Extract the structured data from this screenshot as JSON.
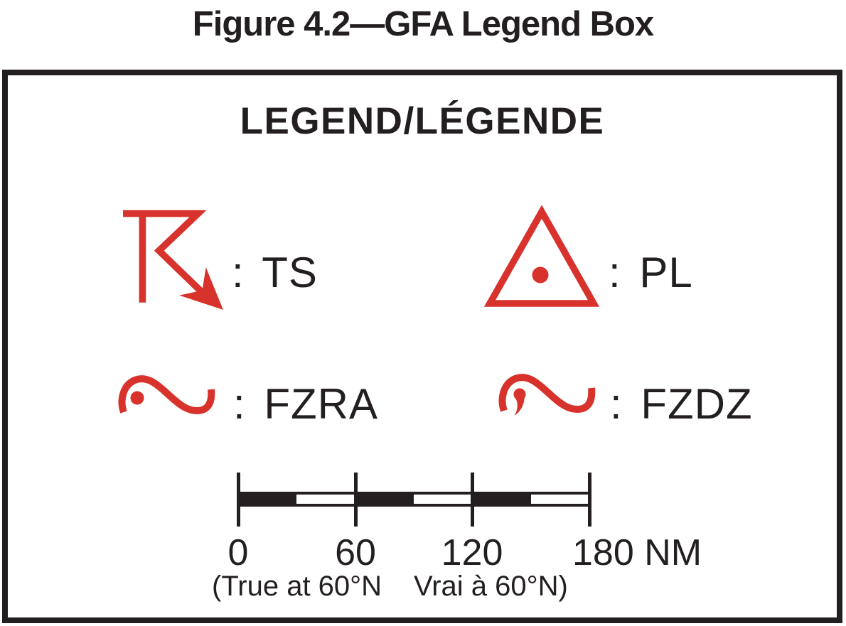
{
  "title": "Figure 4.2—GFA Legend Box",
  "colors": {
    "symbol_red": "#d7322b",
    "ink_black": "#231f20"
  },
  "legend_box": {
    "heading": "LEGEND/LÉGENDE",
    "entries": [
      {
        "id": "ts",
        "icon": "thunderstorm-ts-icon",
        "label": ": TS"
      },
      {
        "id": "pl",
        "icon": "ice-pellets-pl-icon",
        "label": ": PL"
      },
      {
        "id": "fzra",
        "icon": "freezing-rain-fzra-icon",
        "label": ": FZRA"
      },
      {
        "id": "fzdz",
        "icon": "freezing-drizzle-fzdz-icon",
        "label": ": FZDZ"
      }
    ],
    "scale_bar": {
      "labels": [
        "0",
        "60",
        "120",
        "180 NM"
      ],
      "note_en": "(True at 60°N",
      "note_fr": "Vrai à 60°N)"
    }
  }
}
